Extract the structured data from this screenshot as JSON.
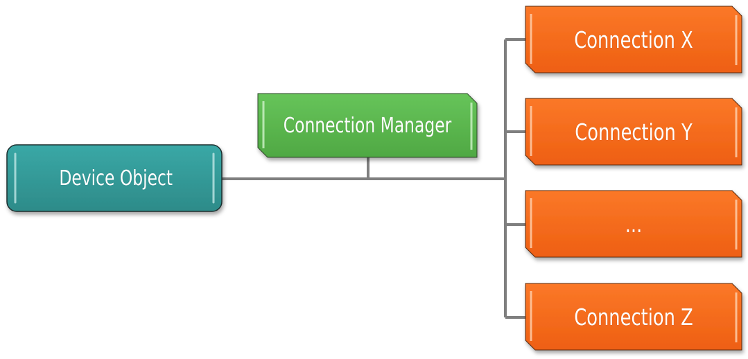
{
  "diagram": {
    "root": {
      "label": "Device Object"
    },
    "manager": {
      "label": "Connection Manager"
    },
    "connections": [
      {
        "label": "Connection X"
      },
      {
        "label": "Connection Y"
      },
      {
        "label": "..."
      },
      {
        "label": "Connection Z"
      }
    ]
  },
  "colors": {
    "root_fill": "#339896",
    "manager_fill": "#5cb84e",
    "connection_fill": "#f96b1c",
    "connector": "#7f7f7f",
    "text": "#ffffff"
  }
}
